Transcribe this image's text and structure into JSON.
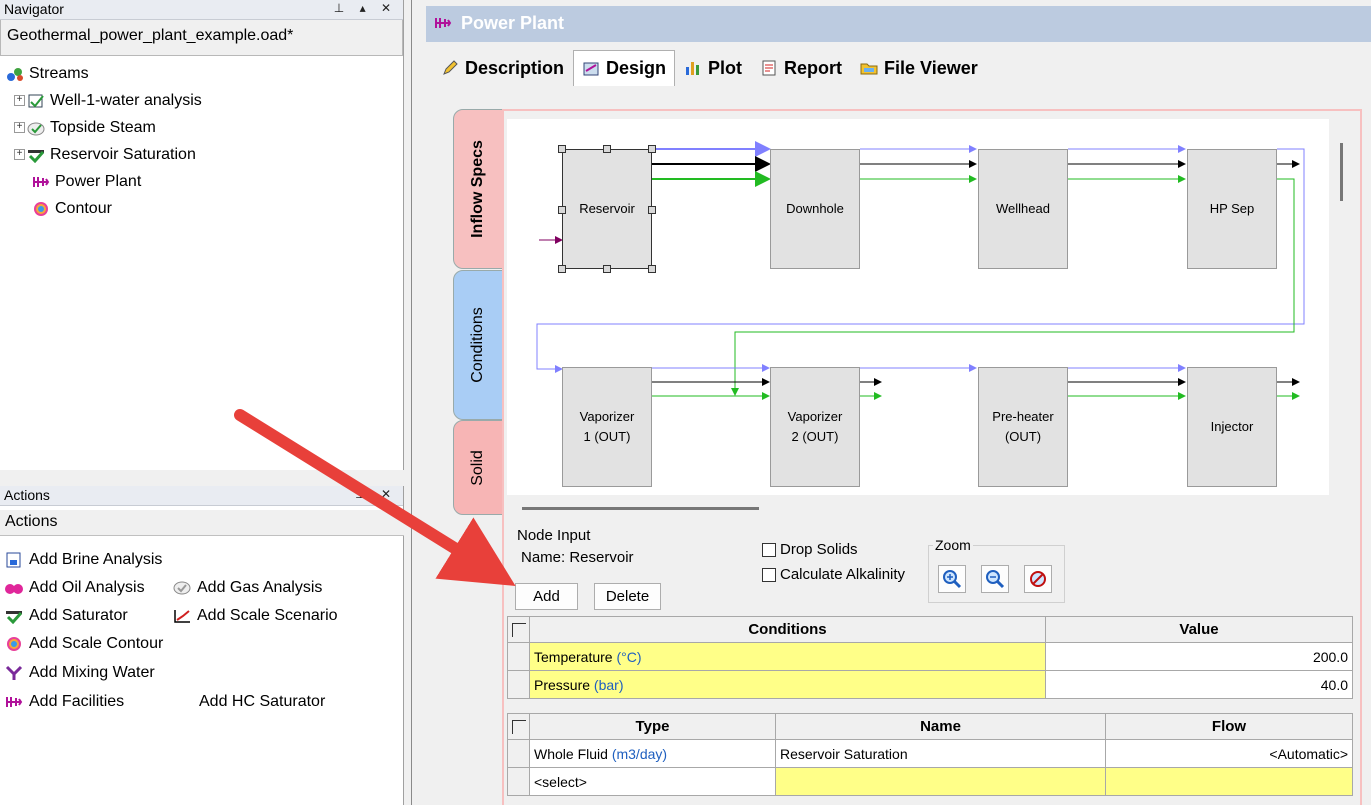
{
  "navigator": {
    "caption": "Navigator",
    "file": "Geothermal_power_plant_example.oad*",
    "tree": [
      {
        "label": "Streams",
        "icon": "streams-icon"
      },
      {
        "label": "Well-1-water analysis",
        "icon": "water-analysis-icon"
      },
      {
        "label": "Topside Steam",
        "icon": "gas-analysis-icon"
      },
      {
        "label": "Reservoir Saturation",
        "icon": "saturator-icon"
      },
      {
        "label": "Power Plant",
        "icon": "facilities-icon"
      },
      {
        "label": "Contour",
        "icon": "contour-icon"
      }
    ]
  },
  "actions": {
    "caption": "Actions",
    "header": "Actions",
    "items": [
      {
        "label": "Add Brine Analysis",
        "icon": "brine-icon"
      },
      {
        "label": "Add Oil Analysis",
        "icon": "oil-icon"
      },
      {
        "label": "Add Gas Analysis",
        "icon": "gas-icon"
      },
      {
        "label": "Add Saturator",
        "icon": "saturator-icon"
      },
      {
        "label": "Add Scale Scenario",
        "icon": "scale-scenario-icon"
      },
      {
        "label": "Add Scale Contour",
        "icon": "contour-icon"
      },
      {
        "label": "Add Mixing Water",
        "icon": "mixing-icon"
      },
      {
        "label": "Add Facilities",
        "icon": "facilities-icon"
      },
      {
        "label": "Add HC Saturator",
        "icon": ""
      }
    ]
  },
  "main": {
    "title": "Power Plant",
    "tabs": [
      {
        "label": "Description",
        "icon": "pencil-icon"
      },
      {
        "label": "Design",
        "icon": "design-icon"
      },
      {
        "label": "Plot",
        "icon": "plot-icon"
      },
      {
        "label": "Report",
        "icon": "report-icon"
      },
      {
        "label": "File Viewer",
        "icon": "file-viewer-icon"
      }
    ],
    "active_tab": "Design",
    "side_tabs": [
      "Inflow Specs",
      "Conditions",
      "Solid"
    ],
    "nodes": {
      "reservoir": "Reservoir",
      "downhole": "Downhole",
      "wellhead": "Wellhead",
      "hpsep": "HP Sep",
      "vap1_a": "Vaporizer",
      "vap1_b": "1 (OUT)",
      "vap2_a": "Vaporizer",
      "vap2_b": "2 (OUT)",
      "pre_a": "Pre-heater",
      "pre_b": "(OUT)",
      "injector": "Injector"
    },
    "node_input": {
      "title": "Node Input",
      "name_label": "Name: Reservoir",
      "drop_solids": "Drop Solids",
      "calc_alkalinity": "Calculate Alkalinity",
      "zoom_title": "Zoom",
      "add": "Add",
      "delete": "Delete"
    },
    "conditions_table": {
      "headers": [
        "Conditions",
        "Value"
      ],
      "rows": [
        {
          "name": "Temperature",
          "unit": "(°C)",
          "value": "200.0"
        },
        {
          "name": "Pressure",
          "unit": "(bar)",
          "value": "40.0"
        }
      ]
    },
    "flow_table": {
      "headers": [
        "Type",
        "Name",
        "Flow"
      ],
      "rows": [
        {
          "type": "Whole Fluid",
          "unit": "(m3/day)",
          "name": "Reservoir Saturation",
          "flow": "<Automatic>"
        },
        {
          "type": "<select>",
          "unit": "",
          "name": "",
          "flow": ""
        }
      ]
    }
  },
  "colors": {
    "title_bar": "#bccbe0",
    "inflow_tab": "#f7c0c0",
    "conditions_tab": "#a9cdf5",
    "solid_tab": "#f7b5b5",
    "editable_cell": "#ffff88",
    "arrow": "#e8403a",
    "stream_blue": "#8080ff",
    "stream_green": "#22bb22"
  }
}
